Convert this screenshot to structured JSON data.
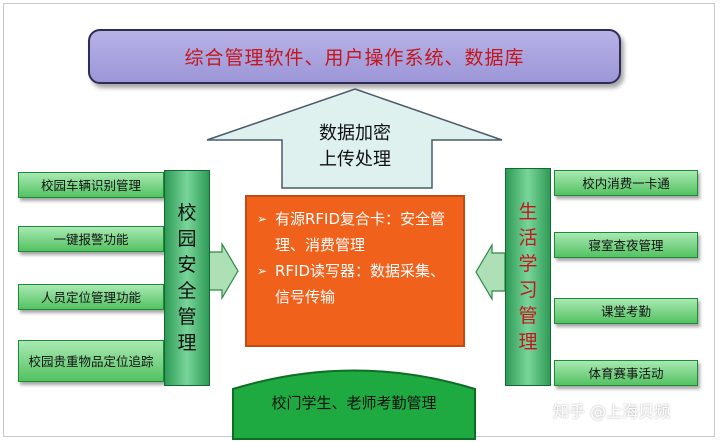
{
  "top_banner": "综合管理软件、用户操作系统、数据库",
  "upload_arrow": {
    "line1": "数据加密",
    "line2": "上传处理"
  },
  "left_panel": {
    "title": [
      "校",
      "园",
      "安",
      "全",
      "管",
      "理"
    ],
    "items": [
      "校园车辆识别管理",
      "一键报警功能",
      "人员定位管理功能",
      "校园贵重物品定位追踪"
    ]
  },
  "right_panel": {
    "title": [
      "生",
      "活",
      "学",
      "习",
      "管",
      "理"
    ],
    "items": [
      "校内消费一卡通",
      "寝室查夜管理",
      "课堂考勤",
      "体育赛事活动"
    ]
  },
  "center_box": {
    "bullets": [
      "有源RFID复合卡：安全管理、消费管理",
      "RFID读写器：数据采集、信号传输"
    ]
  },
  "bottom_box": "校门学生、老师考勤管理",
  "watermark": "知乎 @上海贝频",
  "colors": {
    "banner_fill": "#a7a2df",
    "banner_text": "#c4161c",
    "center_fill": "#f0621c",
    "item_fill": "#7fd58a",
    "arrow_fill": "#dff1ee",
    "right_title_text": "#c4161c"
  },
  "icons": {
    "bullet": "right-triangle-bullet-icon"
  }
}
